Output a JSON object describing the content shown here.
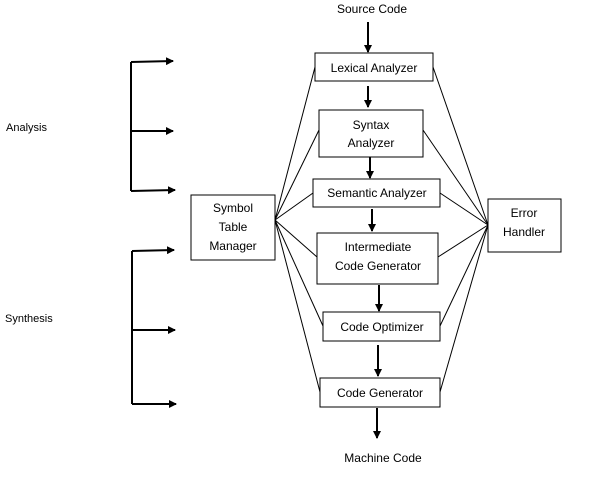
{
  "diagram": {
    "top_label": "Source Code",
    "bottom_label": "Machine Code",
    "phases": {
      "analysis": "Analysis",
      "synthesis": "Synthesis"
    },
    "stages": {
      "lexical": [
        "Lexical Analyzer"
      ],
      "syntax": [
        "Syntax",
        "Analyzer"
      ],
      "semantic": [
        "Semantic Analyzer"
      ],
      "intermediate": [
        "Intermediate",
        "Code Generator"
      ],
      "optimizer": [
        "Code Optimizer"
      ],
      "codegen": [
        "Code Generator"
      ]
    },
    "side_boxes": {
      "symbol_table": [
        "Symbol",
        "Table",
        "Manager"
      ],
      "error_handler": [
        "Error",
        "Handler"
      ]
    }
  }
}
